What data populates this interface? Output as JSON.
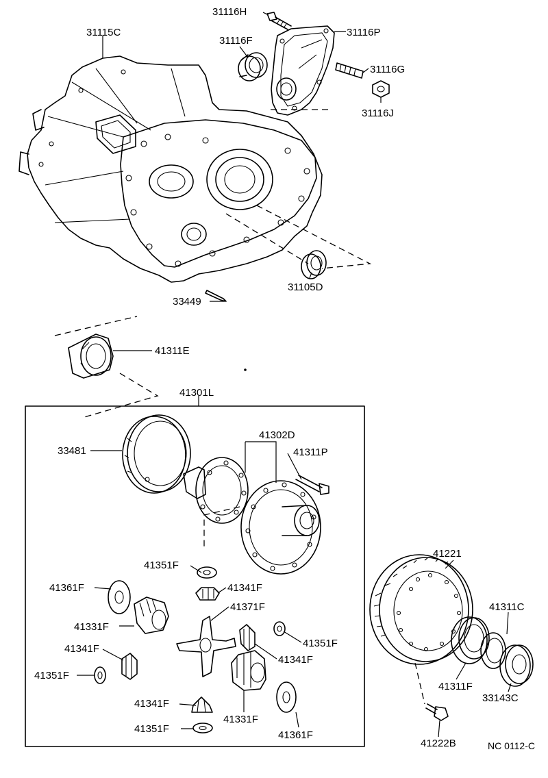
{
  "diagram": {
    "labels": {
      "l31116H": "31116H",
      "l31115C": "31115C",
      "l31116F": "31116F",
      "l31116P": "31116P",
      "l31116G": "31116G",
      "l31116J": "31116J",
      "l31105D": "31105D",
      "l33449": "33449",
      "l41311E": "41311E",
      "l41301L": "41301L",
      "l33481": "33481",
      "l41302D": "41302D",
      "l41311P": "41311P",
      "l41351F_a": "41351F",
      "l41361F_a": "41361F",
      "l41341F_a": "41341F",
      "l41371F": "41371F",
      "l41331F_a": "41331F",
      "l41351F_b": "41351F",
      "l41341F_b": "41341F",
      "l41341F_c": "41341F",
      "l41351F_c": "41351F",
      "l41341F_d": "41341F",
      "l41331F_b": "41331F",
      "l41361F_b": "41361F",
      "l41351F_d": "41351F",
      "l41221": "41221",
      "l41311C": "41311C",
      "l41311F": "41311F",
      "l33143C": "33143C",
      "l41222B": "41222B",
      "code": "NC 0112-C"
    }
  }
}
